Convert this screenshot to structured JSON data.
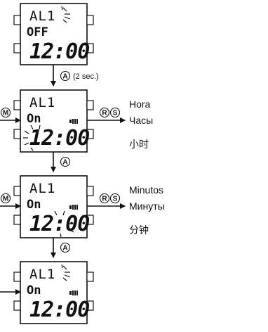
{
  "screens": [
    {
      "mode": "AL1",
      "status": "OFF",
      "time": "12:00"
    },
    {
      "mode": "AL1",
      "status": "On",
      "time": "12:00"
    },
    {
      "mode": "AL1",
      "status": "On",
      "time": "12:00"
    },
    {
      "mode": "AL1",
      "status": "On",
      "time": "12:00"
    }
  ],
  "buttons": {
    "a": "A",
    "m": "M",
    "r": "R",
    "s": "S"
  },
  "steps": {
    "first_duration": "(2 sec.)"
  },
  "labels": {
    "hour": {
      "es": "Hora",
      "ru": "Часы",
      "zh": "小时"
    },
    "minute": {
      "es": "Minutos",
      "ru": "Минуты",
      "zh": "分钟"
    }
  }
}
